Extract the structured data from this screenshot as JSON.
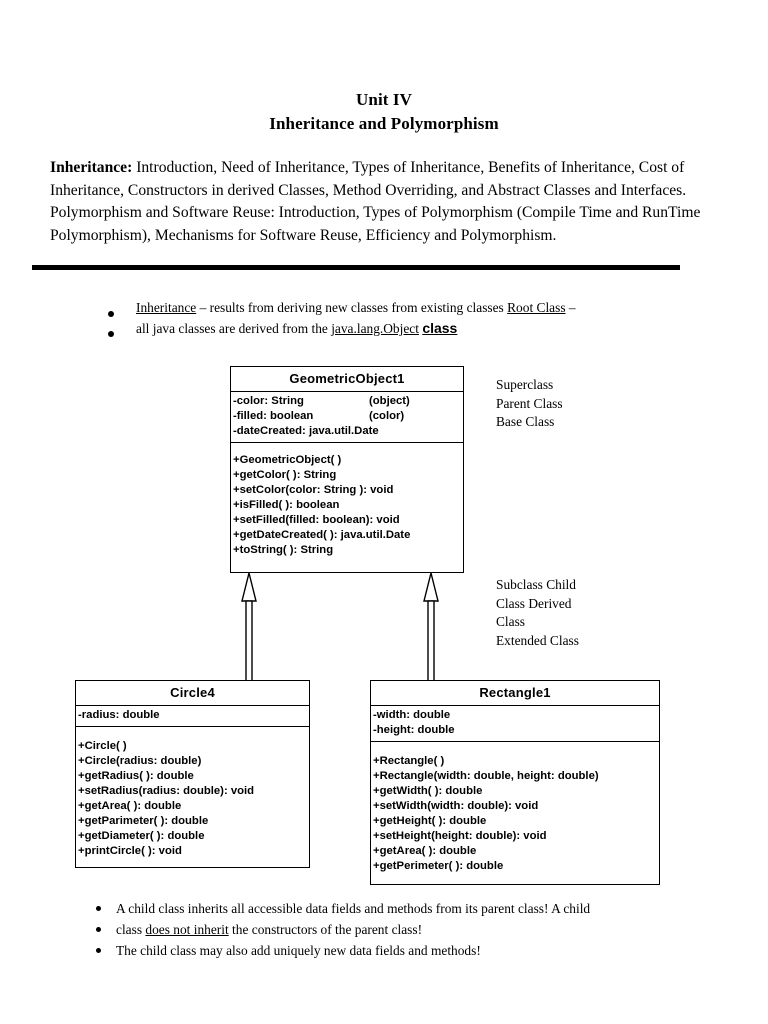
{
  "document": {
    "title_line1": "Unit IV",
    "title_line2": "Inheritance and Polymorphism",
    "syllabus_lead": "Inheritance:",
    "syllabus_body": " Introduction, Need of Inheritance, Types of Inheritance, Benefits of Inheritance, Cost of Inheritance, Constructors in derived Classes, Method Overriding, and Abstract Classes and Interfaces. Polymorphism and Software Reuse: Introduction, Types of Polymorphism (Compile Time and RunTime Polymorphism), Mechanisms for Software Reuse, Efficiency and Polymorphism."
  },
  "upper_list": {
    "line1_part1": "Inheritance",
    "line1_part2": " – results from deriving new classes from existing classes ",
    "line1_part3": "Root Class",
    "line1_part4": " –",
    "line2_part1": "all java classes are derived from the ",
    "line2_part2": "java.lang.Object",
    "line2_part3": " ",
    "line2_part4": "class"
  },
  "diagram": {
    "superclass": {
      "name": "GeometricObject1",
      "attributes": [
        {
          "text": "-color: String",
          "note": "(object)"
        },
        {
          "text": "-filled: boolean",
          "note": "(color)"
        },
        {
          "text": "-dateCreated: java.util.Date",
          "note": ""
        }
      ],
      "operations": [
        "+GeometricObject( )",
        "+getColor( ): String",
        "+setColor(color: String ): void",
        "+isFilled( ): boolean",
        "+setFilled(filled: boolean): void",
        "+getDateCreated( ): java.util.Date",
        "+toString( ): String"
      ]
    },
    "subclass_left": {
      "name": "Circle4",
      "attributes": [
        {
          "text": "-radius: double",
          "note": ""
        }
      ],
      "operations": [
        "+Circle( )",
        "+Circle(radius: double)",
        "+getRadius( ): double",
        "+setRadius(radius: double): void",
        "+getArea( ): double",
        "+getParimeter( ): double",
        "+getDiameter( ): double",
        "+printCircle( ): void"
      ]
    },
    "subclass_right": {
      "name": "Rectangle1",
      "attributes": [
        {
          "text": "-width: double",
          "note": ""
        },
        {
          "text": "-height: double",
          "note": ""
        }
      ],
      "operations": [
        "+Rectangle( )",
        "+Rectangle(width: double, height: double)",
        "+getWidth( ): double",
        "+setWidth(width: double): void",
        "+getHeight( ): double",
        "+setHeight(height: double): void",
        "+getArea( ): double",
        "+getPerimeter( ): double"
      ]
    },
    "note_superclass": [
      "Superclass",
      "Parent Class",
      "Base Class"
    ],
    "note_subclass": [
      "Subclass Child",
      "Class Derived",
      "Class",
      "Extended Class"
    ]
  },
  "lower_list": {
    "item1_part1": "A child class inherits all accessible data fields and methods from its parent class! A child",
    "item2_part1": "class ",
    "item2_part2": "does not inherit",
    "item2_part3": " the constructors of the parent class!",
    "item3_part1": "The child class may also add uniquely new data fields and methods!"
  },
  "colors": {
    "ink": "#000000",
    "paper": "#ffffff"
  }
}
